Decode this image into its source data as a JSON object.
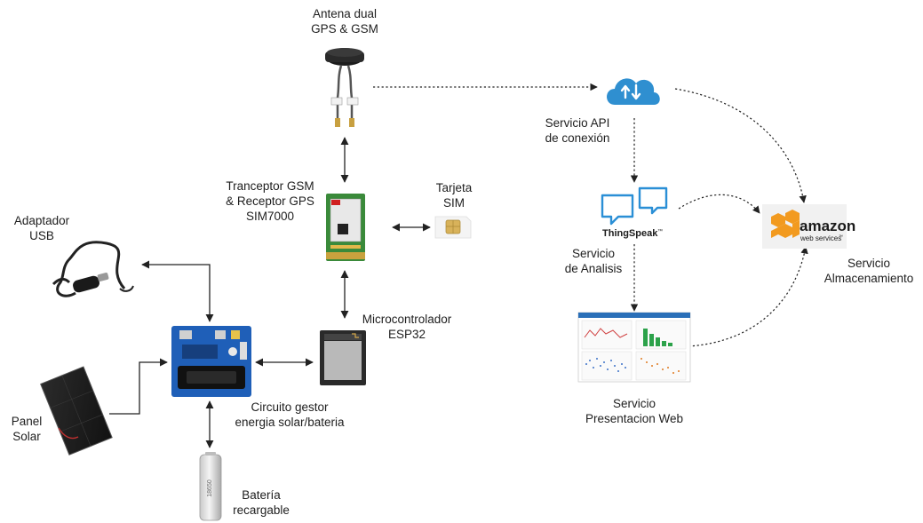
{
  "nodes": {
    "antenna": {
      "lines": [
        "Antena dual",
        "GPS & GSM"
      ],
      "icon": "antenna-icon"
    },
    "transceiver": {
      "lines": [
        "Tranceptor GSM",
        "& Receptor GPS",
        "SIM7000"
      ],
      "icon": "gsm-module-icon"
    },
    "sim": {
      "lines": [
        "Tarjeta",
        "SIM"
      ],
      "icon": "sim-card-icon"
    },
    "adapter": {
      "lines": [
        "Adaptador",
        "USB"
      ],
      "icon": "usb-car-adapter-icon"
    },
    "mcu": {
      "lines": [
        "Microcontrolador",
        "ESP32"
      ],
      "icon": "esp32-chip-icon"
    },
    "power": {
      "lines": [
        "Circuito gestor",
        "energia solar/bateria"
      ],
      "icon": "power-board-icon"
    },
    "solar": {
      "lines": [
        "Panel",
        "Solar"
      ],
      "icon": "solar-panel-icon"
    },
    "battery": {
      "lines": [
        "Batería",
        "recargable"
      ],
      "icon": "battery-icon",
      "text": "18650"
    },
    "api": {
      "lines": [
        "Servicio API",
        "de conexión"
      ],
      "icon": "cloud-sync-icon"
    },
    "analysis": {
      "lines": [
        "Servicio",
        "de Analisis"
      ],
      "icon": "thingspeak-logo-icon",
      "logo": "ThingSpeak",
      "tm": "™"
    },
    "storage": {
      "lines": [
        "Servicio",
        "Almacenamiento"
      ],
      "icon": "amazon-web-services-logo-icon",
      "logo_main": "amazon",
      "logo_sub": "web services",
      "tm": "™"
    },
    "web": {
      "lines": [
        "Servicio",
        "Presentacion Web"
      ],
      "icon": "dashboard-screenshot-icon"
    }
  },
  "colors": {
    "arrow": "#222222",
    "cloud": "#2f8fd0",
    "thingspeak_blue": "#2a8fd6",
    "pcb_green": "#3a8a3a",
    "board_blue": "#1f5fb8",
    "aws_orange": "#f29a1f"
  }
}
